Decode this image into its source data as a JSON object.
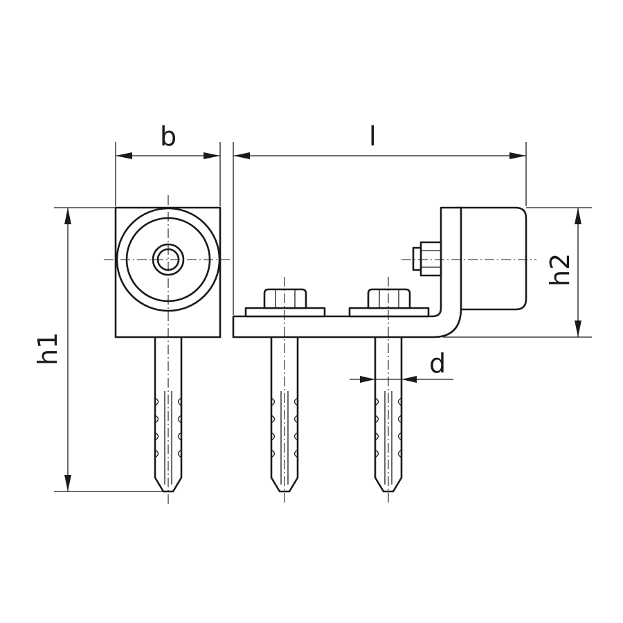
{
  "drawing": {
    "labels": {
      "width": "b",
      "length": "l",
      "total_height": "h1",
      "wheel_height": "h2",
      "anchor_diameter": "d"
    },
    "line_color": "#1a1a1a",
    "background": "#ffffff"
  }
}
